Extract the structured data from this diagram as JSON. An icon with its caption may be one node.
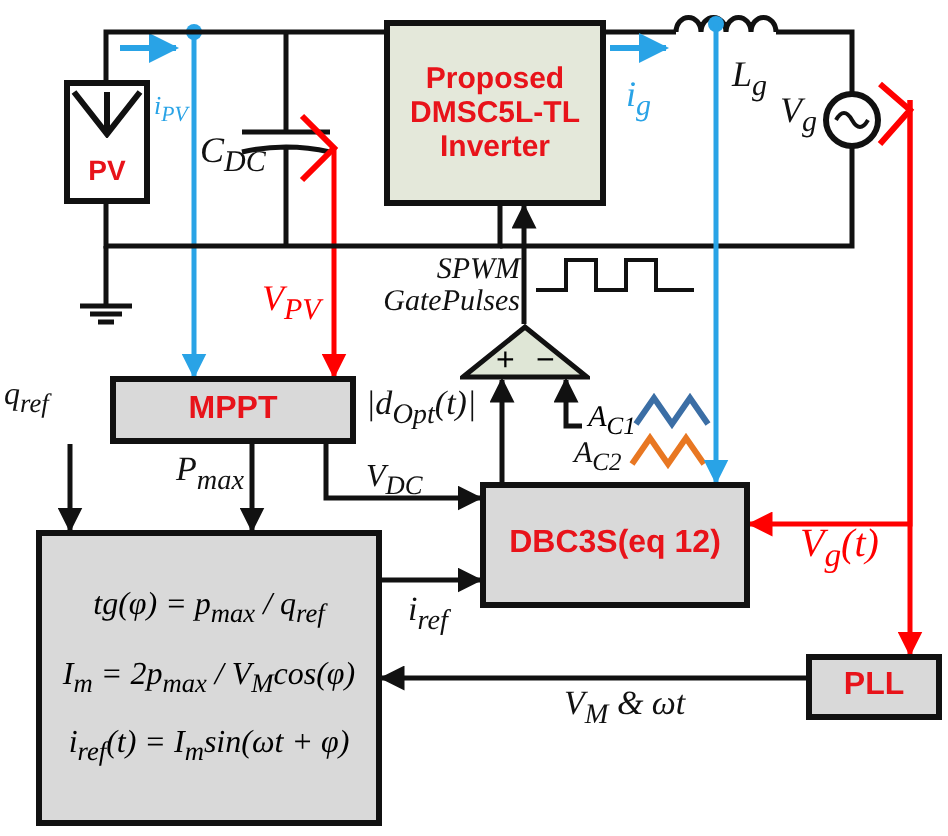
{
  "diagram": {
    "nodes": [
      {
        "text": [
          "PV"
        ]
      },
      {
        "text": [
          "Proposed DMSC5L-TL Inverter"
        ]
      },
      {
        "text": [
          "MPPT"
        ]
      },
      {
        "text": [
          "DBC3S(eq 12)"
        ]
      },
      {
        "text": [
          "tg(φ) = p$_{max}$ / q$_{ref}$",
          "I$_{m}$ = 2p$_{max}$ / V$_{M}$cos(φ)",
          "i$_{ref}$(t) = I$_{m}$sin(ωt + φ)"
        ]
      },
      {
        "text": [
          "PLL"
        ]
      },
      {
        "text": [
          "+",
          "−"
        ]
      },
      {
        "text": [
          "A$_{C1}$"
        ]
      }
    ],
    "edges": [
      {
        "from": null,
        "to": 2,
        "arrow": "to",
        "color": "#29a3e6"
      },
      {
        "from": null,
        "to": 2,
        "arrow": "to",
        "color": "#ff0000",
        "label": "V$_{PV}$"
      },
      {
        "from": null,
        "to": 3,
        "arrow": "to",
        "color": "#29a3e6"
      },
      {
        "from": null,
        "to": 3,
        "arrow": "to",
        "color": "#ff0000",
        "label": "V$_{g}$(t)"
      },
      {
        "from": null,
        "to": 5,
        "arrow": "to",
        "color": "#ff0000"
      },
      {
        "from": 2,
        "to": 4,
        "arrow": "to",
        "label": "P$_{max}$"
      },
      {
        "from": 2,
        "to": 3,
        "arrow": "to",
        "label": "V$_{DC}$"
      },
      {
        "from": 4,
        "to": 3,
        "arrow": "to",
        "label": "i$_{ref}$"
      },
      {
        "from": 5,
        "to": 4,
        "arrow": "to",
        "label": "V$_{M}$ & ωt"
      },
      {
        "from": 3,
        "to": 6,
        "arrow": "to",
        "label": "|d$_{Opt}$(t)|"
      },
      {
        "from": 7,
        "to": 6,
        "arrow": "to"
      },
      {
        "from": 6,
        "to": 1,
        "arrow": "to",
        "label": "SPWM GatePulses"
      },
      {
        "from": null,
        "to": 4,
        "arrow": "to",
        "label": "q$_{ref}$"
      },
      {
        "from": 0,
        "to": 1,
        "arrow": "none"
      },
      {
        "from": 0,
        "to": 1,
        "arrow": "none"
      }
    ],
    "labels": [
      "i$_{PV}$",
      "C$_{DC}$",
      "i$_{g}$",
      "L$_{g}$",
      "V$_{g}$",
      "A$_{C2}$"
    ]
  }
}
